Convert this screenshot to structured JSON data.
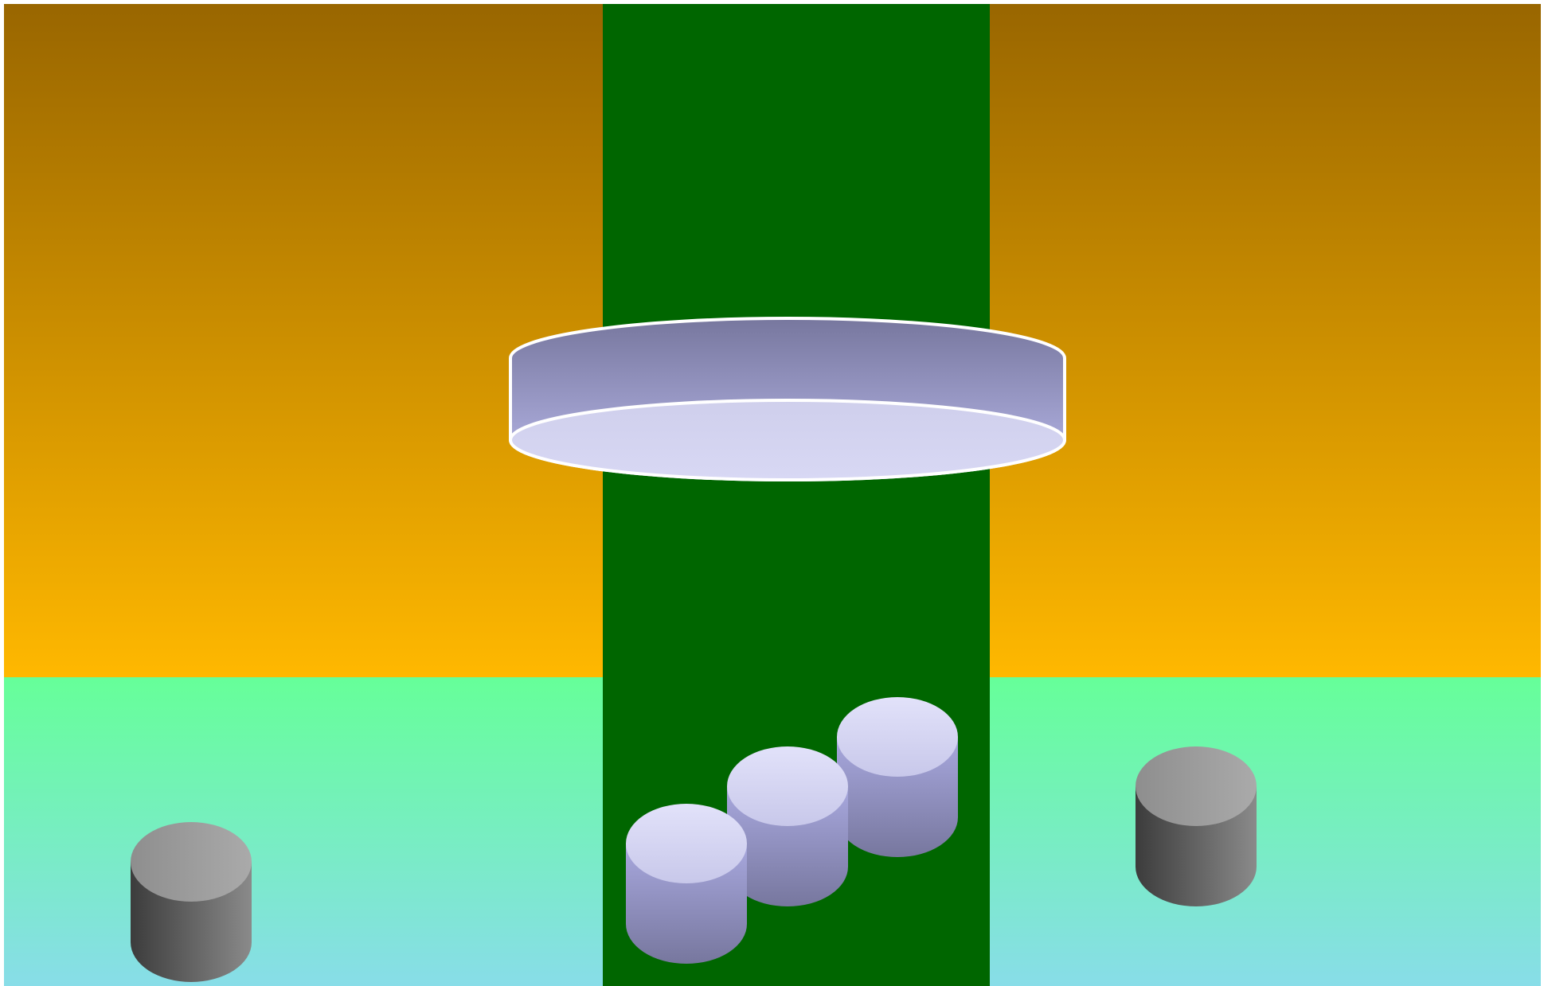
{
  "scene": {
    "colors": {
      "upper_band_top": "#996600",
      "upper_band_bottom": "#ffb800",
      "lower_band_top": "#66ff99",
      "lower_band_bottom": "#88dde8",
      "center_column": "#006600",
      "platform_side_top": "#77779e",
      "platform_side_bottom": "#b8b8ea",
      "platform_top": "#d8d8f4",
      "platform_outline": "#ffffff",
      "blue_cylinder_top": "#e2e2fa",
      "blue_cylinder_side": "#a8a8de",
      "blue_cylinder_side_dark": "#77779e",
      "gray_cylinder_top": "#aaaaaa",
      "gray_cylinder_side_dark": "#3c3c3c",
      "gray_cylinder_side_light": "#8a8a8a"
    },
    "elements": {
      "platform": "large-flat-disk",
      "blue_cylinders": [
        "blue-cylinder",
        "blue-cylinder",
        "blue-cylinder"
      ],
      "gray_cylinders": [
        "gray-cylinder",
        "gray-cylinder"
      ]
    }
  }
}
